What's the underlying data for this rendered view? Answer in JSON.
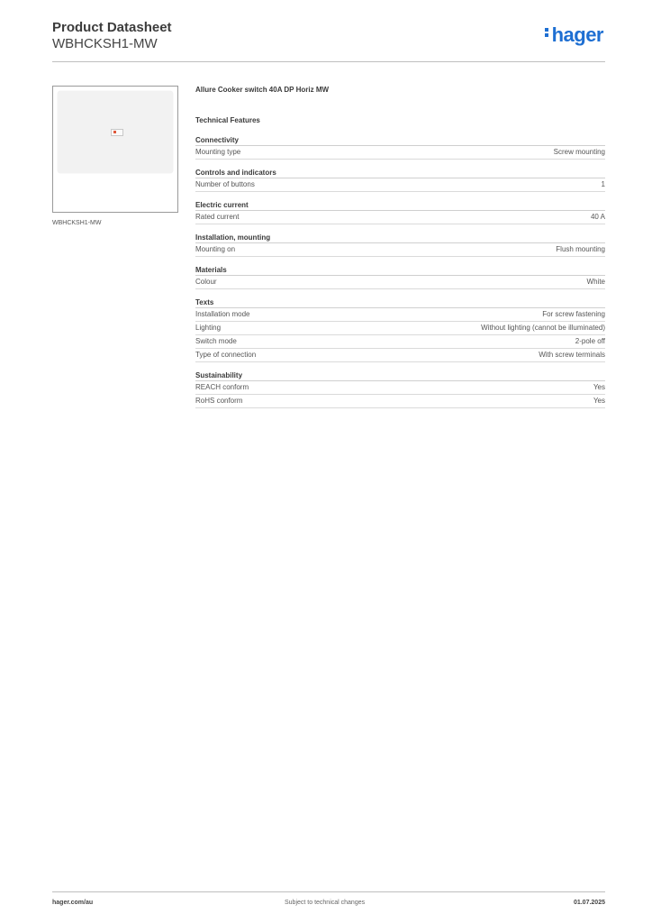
{
  "header": {
    "title": "Product Datasheet",
    "product_code": "WBHCKSH1-MW",
    "logo_text": "hager",
    "brand_color": "#1e6fd2"
  },
  "image": {
    "caption": "WBHCKSH1-MW"
  },
  "product_name": "Allure Cooker switch 40A DP  Horiz MW",
  "technical_features_title": "Technical Features",
  "sections": [
    {
      "title": "Connectivity",
      "rows": [
        {
          "label": "Mounting type",
          "value": "Screw mounting"
        }
      ]
    },
    {
      "title": "Controls and indicators",
      "rows": [
        {
          "label": "Number of buttons",
          "value": "1"
        }
      ]
    },
    {
      "title": "Electric current",
      "rows": [
        {
          "label": "Rated current",
          "value": "40 A"
        }
      ]
    },
    {
      "title": "Installation, mounting",
      "rows": [
        {
          "label": "Mounting on",
          "value": "Flush mounting"
        }
      ]
    },
    {
      "title": "Materials",
      "rows": [
        {
          "label": "Colour",
          "value": "White"
        }
      ]
    },
    {
      "title": "Texts",
      "rows": [
        {
          "label": "Installation mode",
          "value": "For screw fastening"
        },
        {
          "label": "Lighting",
          "value": "Without lighting (cannot be illuminated)"
        },
        {
          "label": "Switch mode",
          "value": "2-pole off"
        },
        {
          "label": "Type of connection",
          "value": "With screw terminals"
        }
      ]
    },
    {
      "title": "Sustainability",
      "rows": [
        {
          "label": "REACH conform",
          "value": "Yes"
        },
        {
          "label": "RoHS conform",
          "value": "Yes"
        }
      ]
    }
  ],
  "footer": {
    "website": "hager.com/au",
    "notice": "Subject to technical changes",
    "date": "01.07.2025"
  }
}
